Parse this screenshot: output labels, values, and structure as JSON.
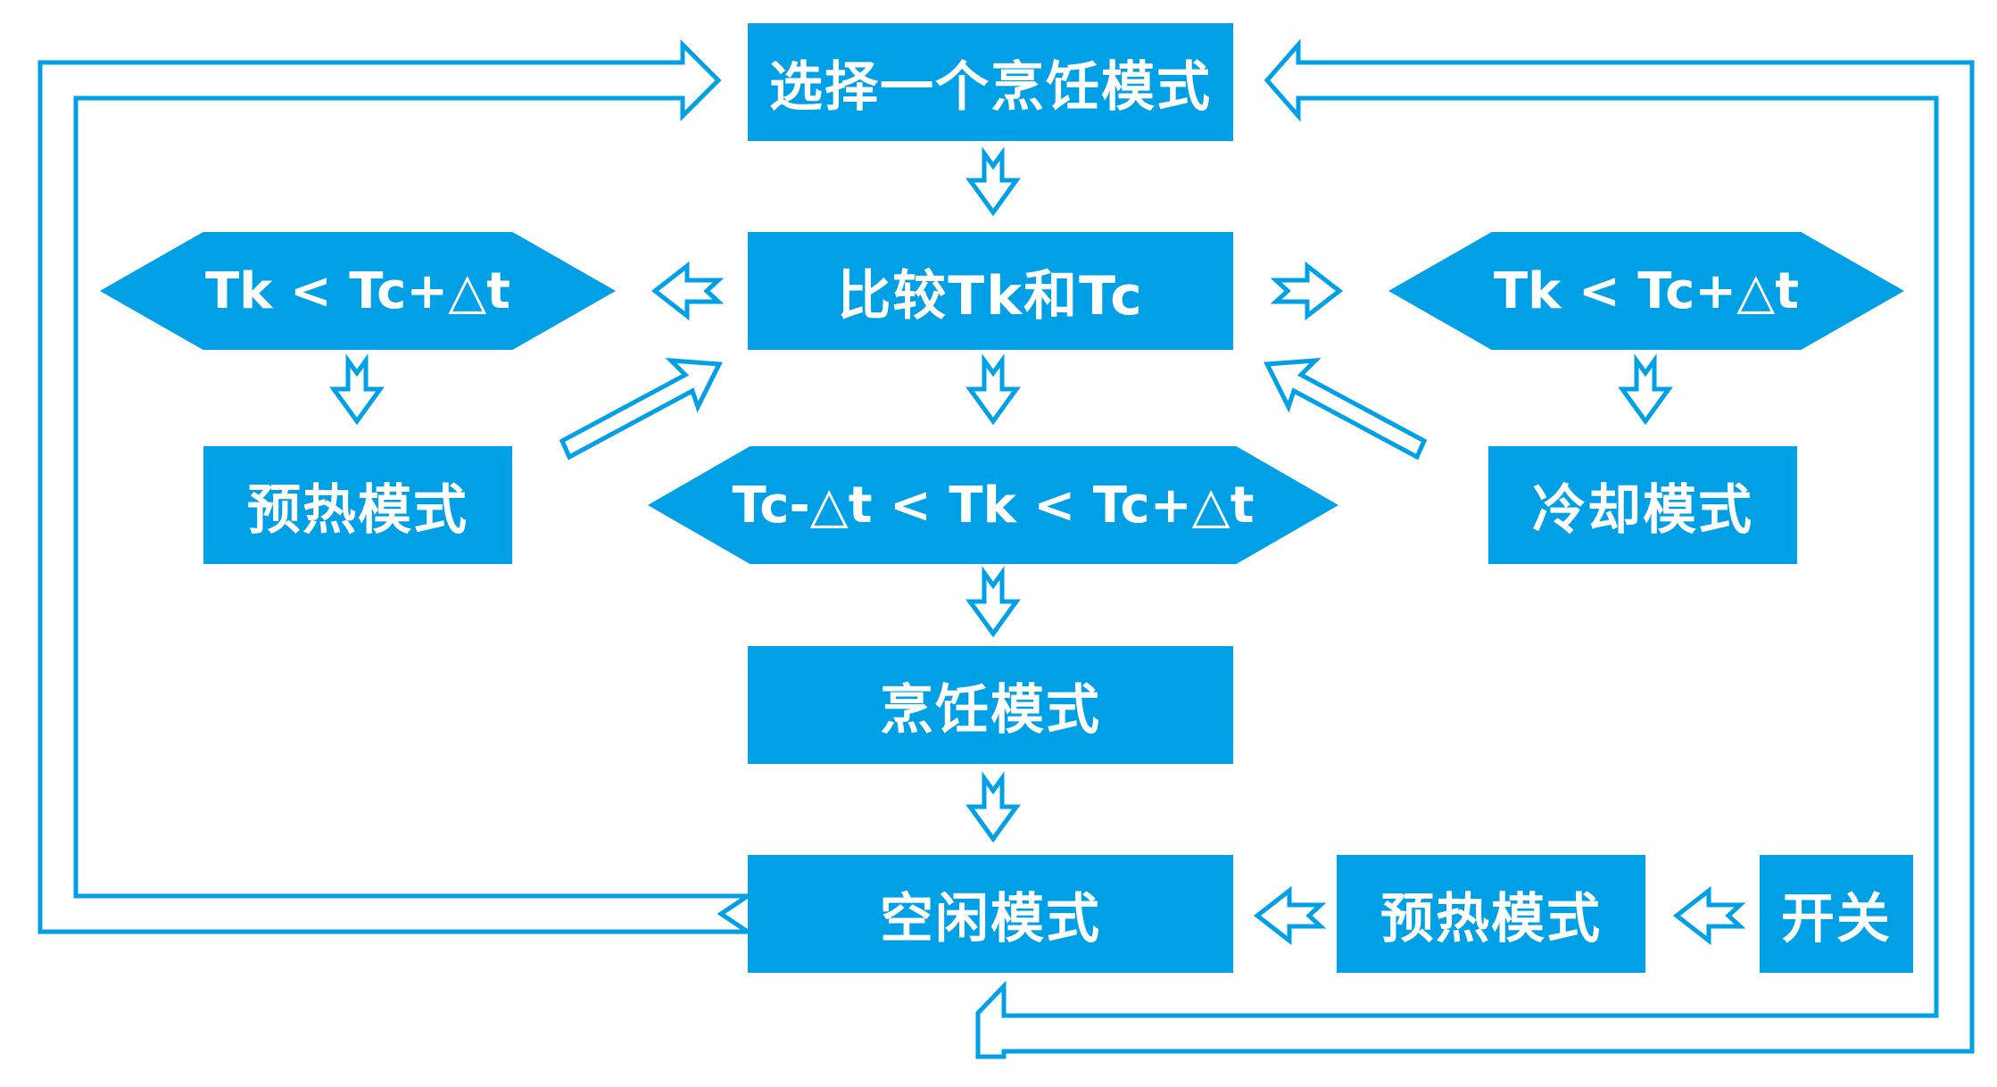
{
  "nodes": {
    "select_mode": "选择一个烹饪模式",
    "compare": "比较Tk和Tc",
    "cond_left": "Tk < Tc+△t",
    "cond_right": "Tk < Tc+△t",
    "cond_mid": "Tc-△t < Tk < Tc+△t",
    "preheat_left": "预热模式",
    "cool": "冷却模式",
    "cook": "烹饪模式",
    "idle": "空闲模式",
    "preheat_bottom": "预热模式",
    "switch": "开关"
  },
  "colors": {
    "fill": "#00A0E6",
    "text": "#FFFFFF",
    "arrow_outline": "#00A0E6",
    "background": "#FFFFFF"
  }
}
